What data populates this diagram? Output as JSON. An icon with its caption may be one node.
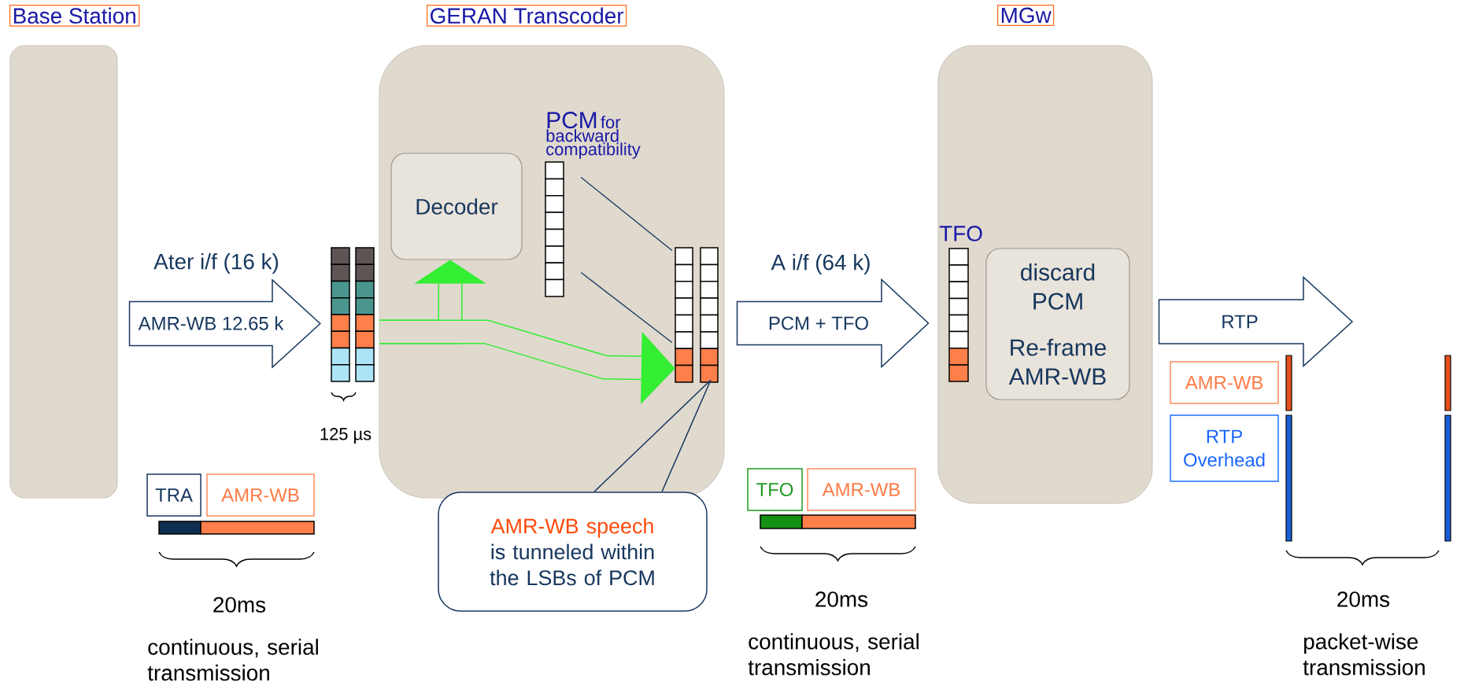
{
  "diagram": {
    "nodes": [
      {
        "text": [
          "Base Station"
        ]
      },
      {
        "text": [
          "GERAN Transcoder"
        ]
      },
      {
        "text": [
          "Decoder"
        ],
        "in": 1
      },
      {
        "text": [
          "PCM",
          "for backward compatibility"
        ],
        "in": 1
      },
      {
        "text": [],
        "shape": "bar",
        "in": 1
      },
      {
        "text": [
          "MGw"
        ]
      },
      {
        "text": [
          "TFO"
        ],
        "in": 5
      },
      {
        "text": [
          "discard PCM",
          "Re-frame AMR-WB"
        ],
        "in": 5
      },
      {
        "text": [],
        "shape": "bar"
      },
      {
        "text": [
          "AMR-WB speech",
          "is tunneled within the LSBs of PCM"
        ]
      },
      {
        "text": [
          "TRA"
        ]
      },
      {
        "text": [
          "AMR-WB"
        ]
      },
      {
        "text": [
          "TFO"
        ]
      },
      {
        "text": [
          "AMR-WB"
        ]
      },
      {
        "text": [
          "AMR-WB"
        ]
      },
      {
        "text": [
          "RTP Overhead"
        ]
      }
    ],
    "edges": [
      {
        "from": 8,
        "to": 2,
        "arrow": "to",
        "style": "thick",
        "color": "#33ee33"
      },
      {
        "from": 8,
        "to": 4,
        "arrow": "to",
        "style": "thick",
        "color": "#33ee33"
      },
      {
        "from": 3,
        "to": 4,
        "arrow": "none"
      },
      {
        "from": 3,
        "to": 4,
        "arrow": "none"
      },
      {
        "from": 9,
        "to": 4,
        "arrow": "none"
      },
      {
        "from": 0,
        "to": 8,
        "arrow": "to",
        "label": "AMR-WB 12.65 k"
      },
      {
        "from": 1,
        "to": 5,
        "arrow": "to",
        "label": "PCM + TFO"
      },
      {
        "from": 5,
        "to": null,
        "arrow": "to",
        "label": "RTP"
      }
    ],
    "labels": [
      "Ater i/f (16 k)",
      "A i/f (64 k)",
      "125 µs",
      "20ms",
      "20ms",
      "20ms",
      "continuous, serial transmission",
      "continuous, serial transmission",
      "packet-wise transmission"
    ]
  }
}
